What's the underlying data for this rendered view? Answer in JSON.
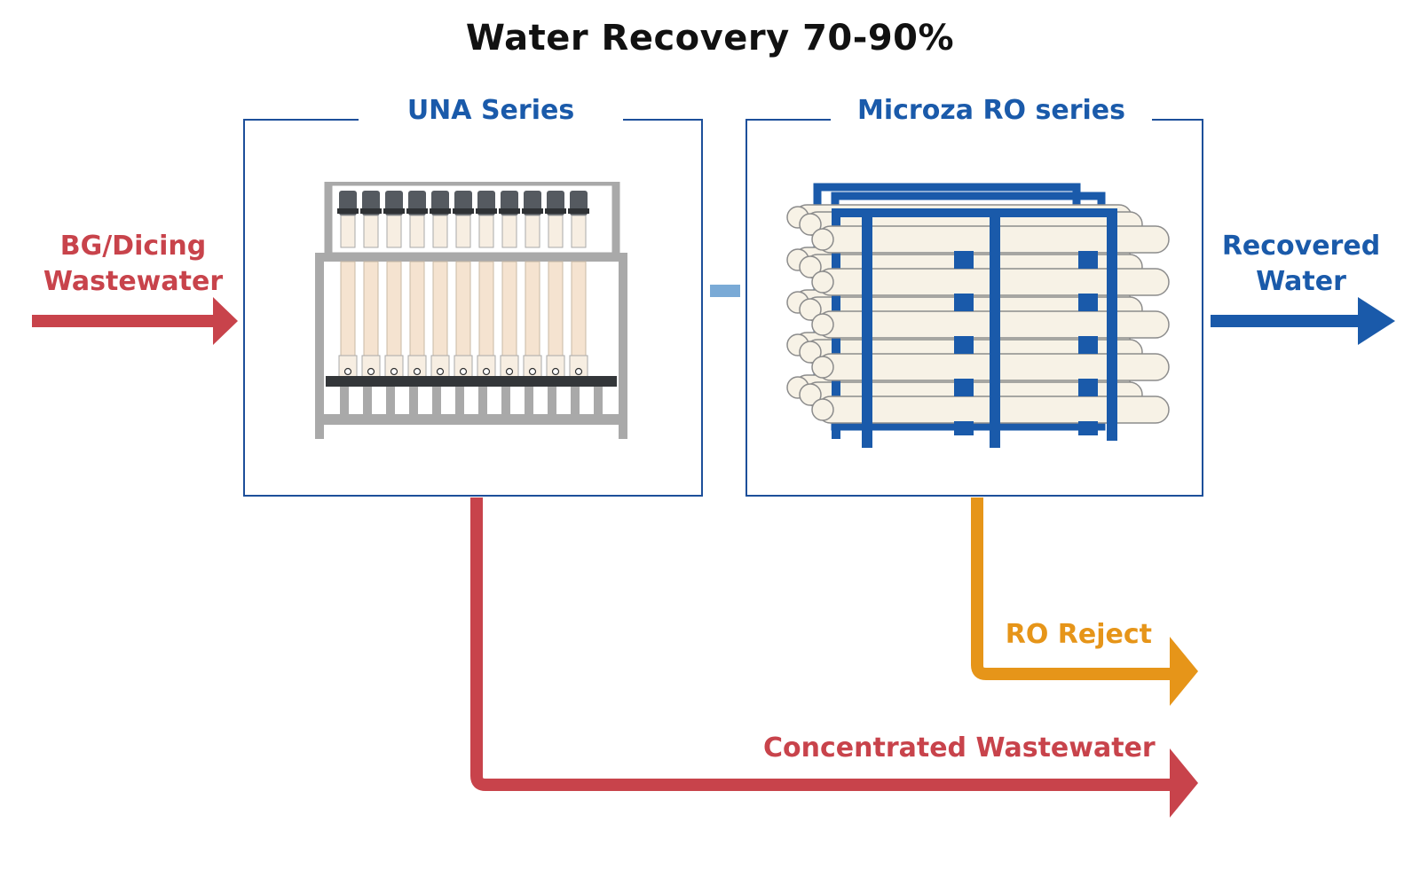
{
  "title": "Water Recovery 70-90%",
  "stages": {
    "una": {
      "label": "UNA Series"
    },
    "ro": {
      "label": "Microza RO series"
    }
  },
  "inputs": {
    "wastewater_line1": "BG/Dicing",
    "wastewater_line2": "Wastewater"
  },
  "outputs": {
    "recovered_line1": "Recovered",
    "recovered_line2": "Water",
    "ro_reject": "RO Reject",
    "concentrated": "Concentrated Wastewater"
  },
  "colors": {
    "red": "#c8434b",
    "blue": "#1a5aaa",
    "orange": "#e69519",
    "panel_border": "#1d4f9a",
    "connector": "#7aaad6"
  },
  "icons": {
    "una_unit": "membrane-module-rack",
    "ro_unit": "ro-vessel-rack"
  }
}
